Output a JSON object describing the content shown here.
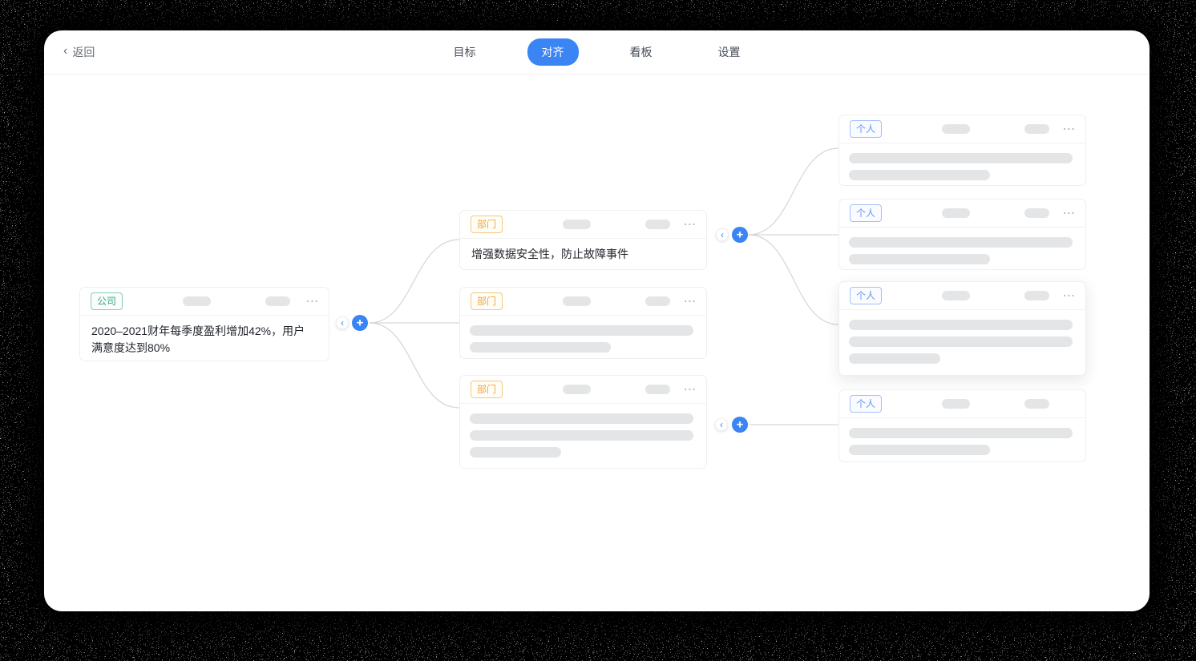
{
  "nav": {
    "back": {
      "icon": "‹",
      "label": "返回"
    },
    "tabs": [
      {
        "label": "目标"
      },
      {
        "label": "对齐"
      },
      {
        "label": "看板"
      },
      {
        "label": "设置"
      }
    ],
    "active_tab": "对齐"
  },
  "icons": {
    "more": "⋯",
    "add": "+",
    "collapse": "‹"
  },
  "colors": {
    "accent_blue": "#3A84F4",
    "company_tag_text": "#2EA57C",
    "company_tag_border": "#87CDB0",
    "department_tag_text": "#EFA73C",
    "department_tag_border": "#F3C87D",
    "person_tag_text": "#6696F2",
    "person_tag_border": "#A3C0F9",
    "connector": "#D4D6D9",
    "skeleton": "#E4E5E7"
  },
  "tree": {
    "company": {
      "tag": "公司",
      "title": "2020–2021财年每季度盈利增加42%，用户满意度达到80%"
    },
    "departments": [
      {
        "tag": "部门",
        "title": "增强数据安全性，防止故障事件",
        "bars": []
      },
      {
        "tag": "部门",
        "bars": [
          100,
          63
        ]
      },
      {
        "tag": "部门",
        "bars": [
          100,
          100,
          41
        ]
      }
    ],
    "persons": [
      {
        "tag": "个人",
        "bars": [
          100,
          63
        ]
      },
      {
        "tag": "个人",
        "bars": [
          100,
          63
        ]
      },
      {
        "tag": "个人",
        "bars": [
          100,
          100,
          41
        ]
      },
      {
        "tag": "个人",
        "bars": [
          100,
          63
        ]
      }
    ]
  }
}
